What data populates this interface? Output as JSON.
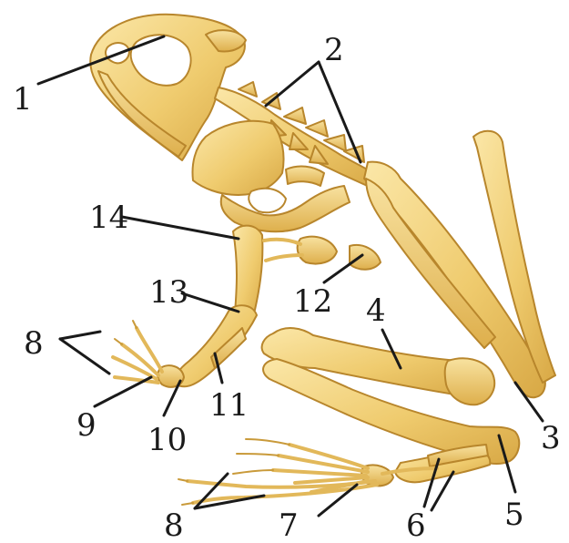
{
  "labels": {
    "l1": "1",
    "l2": "2",
    "l3": "3",
    "l4": "4",
    "l5": "5",
    "l6": "6",
    "l7": "7",
    "l8a": "8",
    "l8b": "8",
    "l9": "9",
    "l10": "10",
    "l11": "11",
    "l12": "12",
    "l13": "13",
    "l14": "14"
  },
  "colors": {
    "bone_light": "#f6dc8e",
    "bone_mid": "#e8c060",
    "bone_dark": "#c9962f",
    "outline": "#b8862c",
    "label_text": "#1a1a1a"
  }
}
